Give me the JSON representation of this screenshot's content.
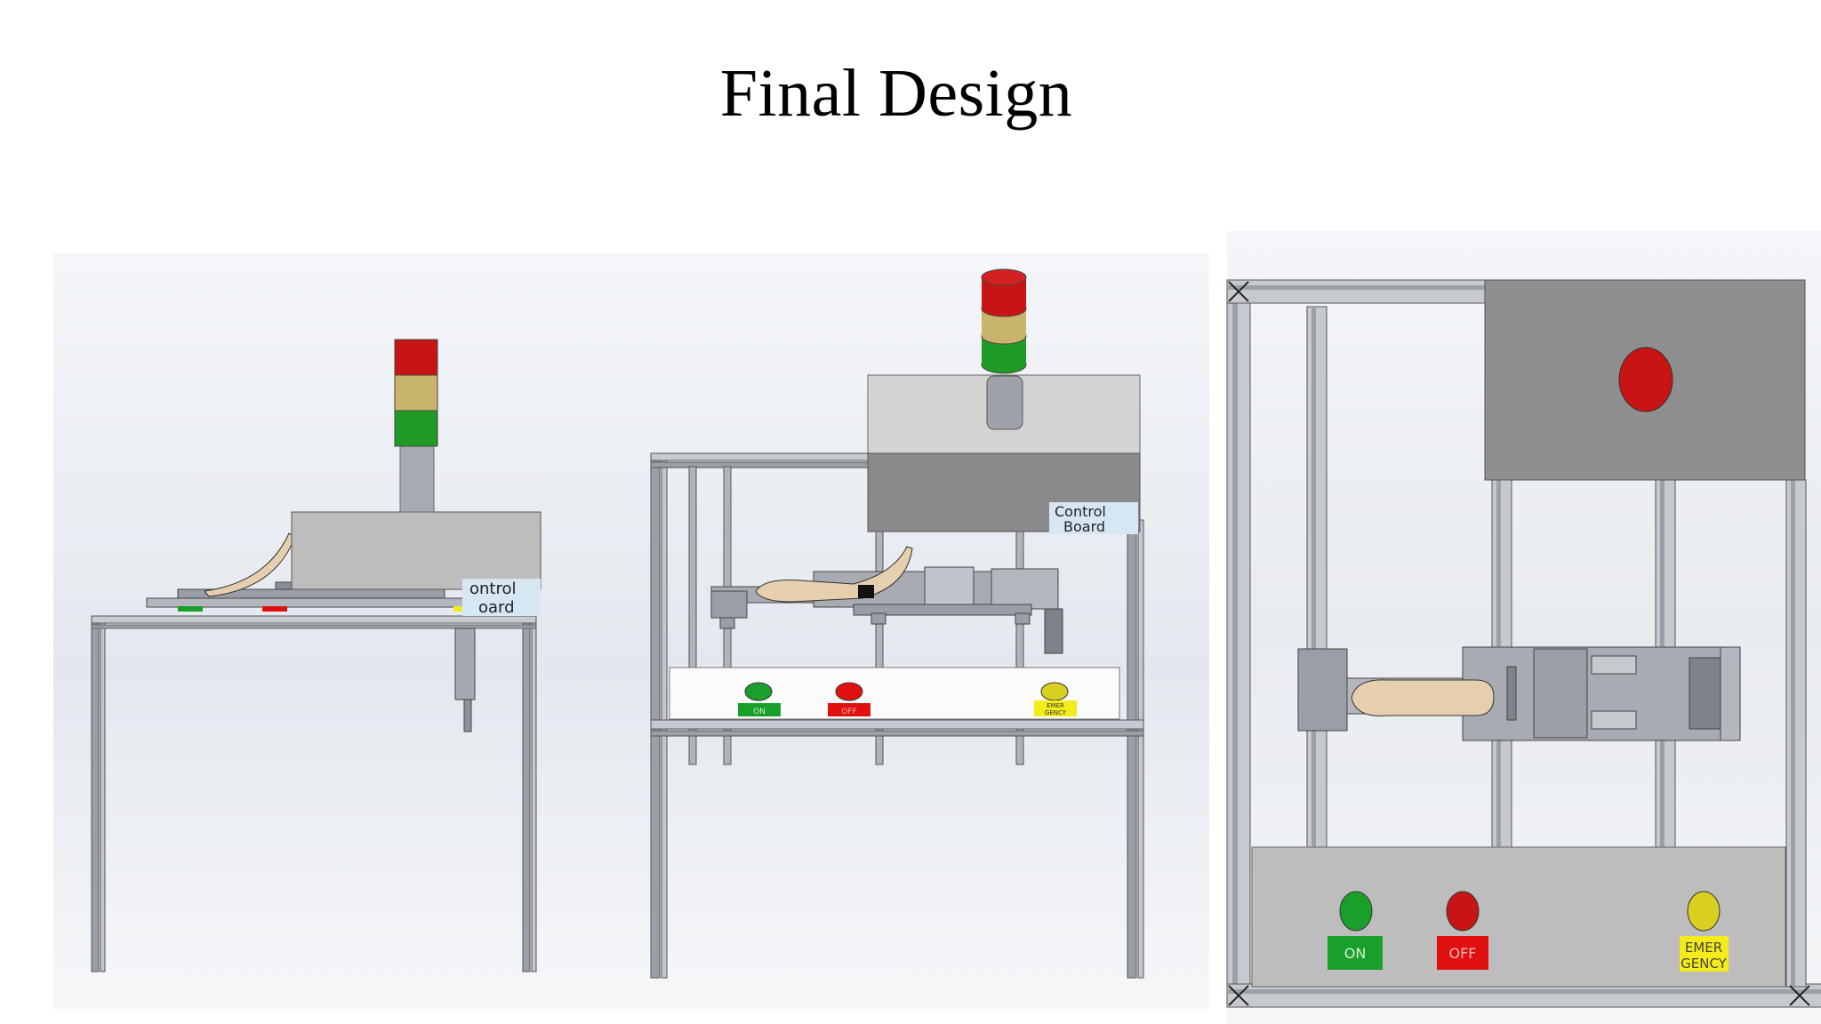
{
  "slide": {
    "title": "Final Design"
  },
  "views": {
    "side": {
      "board_label_line1": "ontrol",
      "board_label_line2": "oard"
    },
    "front": {
      "board_label_line1": "Control",
      "board_label_line2": "Board",
      "buttons": [
        {
          "label": "ON"
        },
        {
          "label": "OFF"
        },
        {
          "label_line1": "EMER",
          "label_line2": "GENCY"
        }
      ]
    },
    "top": {
      "buttons": [
        {
          "label": "ON"
        },
        {
          "label": "OFF"
        },
        {
          "label_line1": "EMER",
          "label_line2": "GENCY"
        }
      ]
    }
  },
  "colors": {
    "status_red": "#c81414",
    "status_amber": "#c8b46a",
    "status_green": "#1f9a24",
    "button_on": "#18a02a",
    "button_off": "#e01010",
    "button_emergency": "#f4ec1a",
    "sheet_metal": "#bdbdbd",
    "frame": "#9a9ea6",
    "insole": "#e6cfae"
  }
}
